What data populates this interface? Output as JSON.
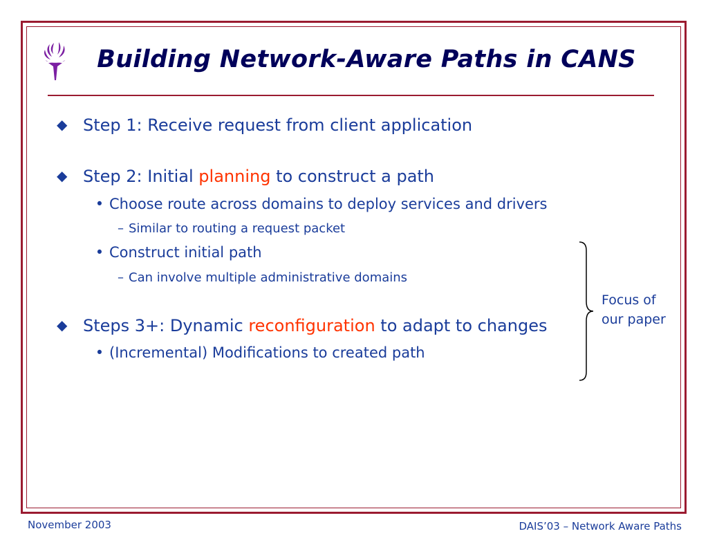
{
  "slide": {
    "title": "Building Network-Aware Paths in CANS",
    "bullets": {
      "step1": "Step 1: Receive request from client application",
      "step2_pre": "Step 2: Initial ",
      "step2_hl": "planning",
      "step2_post": " to construct a path",
      "route": "Choose route across domains to deploy services and drivers",
      "similar": "Similar to routing a request packet",
      "construct": "Construct initial path",
      "involve": "Can involve multiple administrative domains",
      "step3_pre": "Steps 3+: Dynamic ",
      "step3_hl": "reconfiguration",
      "step3_post": " to adapt to changes",
      "incremental": "(Incremental) Modifications to created path"
    },
    "annotation": {
      "line1": "Focus of",
      "line2": "our paper"
    },
    "marks": {
      "diamond": "◆",
      "dot": "•",
      "dash": "–"
    }
  },
  "footer": {
    "date": "November 2003",
    "conference": "DAIS’03 – Network Aware Paths"
  },
  "colors": {
    "frame": "#9b1b30",
    "title": "#00005a",
    "text": "#1a3c9a",
    "highlight": "#ff3300",
    "logo": "#7b1fa2"
  }
}
